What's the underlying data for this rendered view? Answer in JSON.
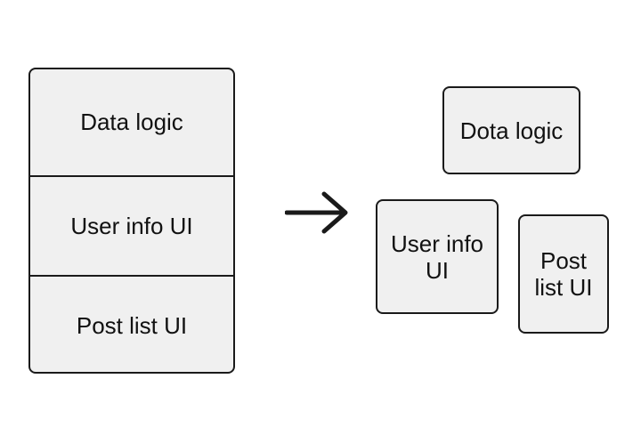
{
  "before": {
    "sections": [
      {
        "label": "Data logic"
      },
      {
        "label": "User info UI"
      },
      {
        "label": "Post list UI"
      }
    ]
  },
  "after": {
    "components": [
      {
        "label": "Dota logic"
      },
      {
        "label": "User info UI"
      },
      {
        "label": "Post list UI"
      }
    ]
  },
  "colors": {
    "box_fill": "#f0f0f0",
    "stroke": "#1a1a1a",
    "background": "#ffffff"
  },
  "icons": {
    "transition": "arrow-right-icon"
  }
}
